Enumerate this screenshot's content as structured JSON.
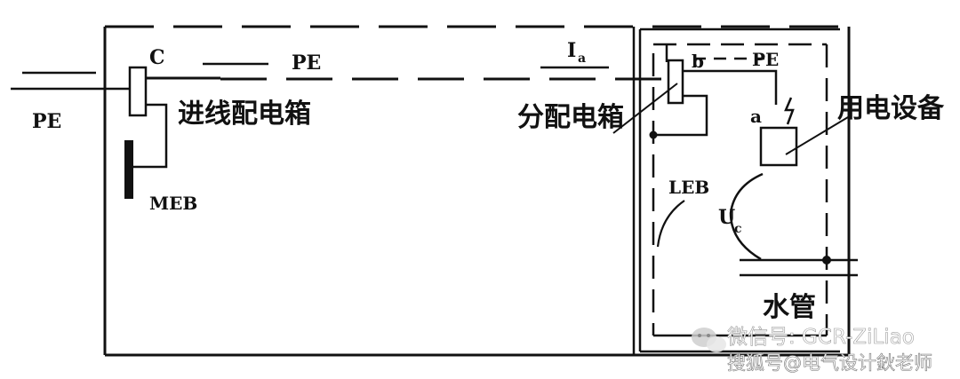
{
  "labels": {
    "pe_incoming": "PE",
    "node_c": "C",
    "pe_top": "PE",
    "main_box": "进线配电箱",
    "meb": "MEB",
    "current": "I",
    "current_sub": "a",
    "dist_box": "分配电箱",
    "node_b": "b",
    "pe_sub": "PE",
    "node_a": "a",
    "equipment": "用电设备",
    "leb": "LEB",
    "voltage": "U",
    "voltage_sub": "c",
    "water_pipe": "水管"
  },
  "watermark": {
    "line1": "微信号: GCR-ZiLiao",
    "line2": "搜狐号@电气设计鈥老师"
  }
}
